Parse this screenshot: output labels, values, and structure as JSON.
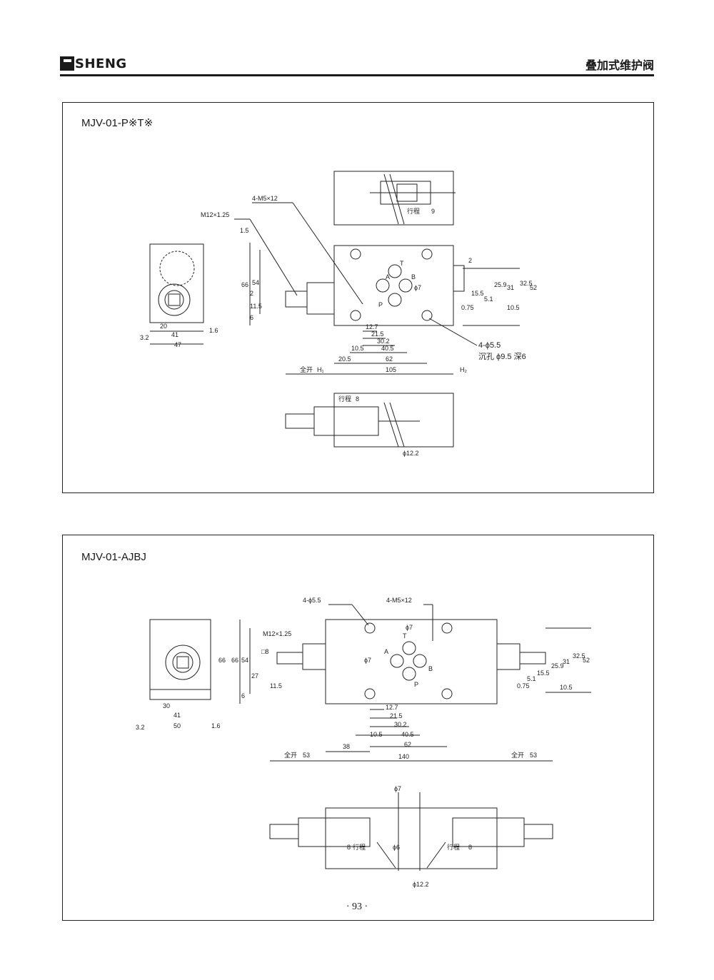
{
  "header": {
    "logo_text": "SHENG",
    "section_title": "叠加式维护阀"
  },
  "panel1": {
    "model": "MJV-01-P※T※",
    "labels": {
      "thread": "M12×1.25",
      "screws": "4-M5×12",
      "holes_a": "4-ϕ5.5",
      "holes_b": "沉孔 ϕ9.5 深6",
      "stroke": "行程",
      "stroke_top": "9",
      "stroke_bottom": "8",
      "pipe": "ϕ12.2",
      "full_open": "全开",
      "h1": "H₁",
      "h2": "H₂",
      "port_p": "P",
      "port_t": "T",
      "port_a": "A",
      "port_b": "B",
      "phi7": "ϕ7"
    },
    "dims_bottom": [
      "12.7",
      "21.5",
      "30.2",
      "10.5",
      "40.5",
      "62",
      "20.5",
      "105"
    ],
    "dims_left": [
      "1.5",
      "54",
      "66",
      "11.5",
      "2",
      "6"
    ],
    "dims_right": [
      "2",
      "15.5",
      "5.1",
      "0.75",
      "10.5",
      "25.9",
      "31",
      "32.5",
      "52"
    ],
    "dims_side": [
      "20",
      "41",
      "47",
      "3.2",
      "1.6"
    ]
  },
  "panel2": {
    "model": "MJV-01-AJBJ",
    "labels": {
      "holes": "4-ϕ5.5",
      "screws": "4-M5×12",
      "thread": "M12×1.25",
      "square": "□8",
      "stroke": "行程",
      "stroke_val": "8",
      "pipe": "ϕ12.2",
      "phi7": "ϕ7",
      "phi6": "ϕ6",
      "full_open": "全开",
      "port_p": "P",
      "port_t": "T",
      "port_a": "A",
      "port_b": "B"
    },
    "dims_bottom": [
      "12.7",
      "21.5",
      "30.2",
      "10.5",
      "40.5",
      "62",
      "38",
      "140",
      "53",
      "53"
    ],
    "dims_left": [
      "54",
      "66",
      "27",
      "11.5",
      "6"
    ],
    "dims_right": [
      "0.75",
      "5.1",
      "15.5",
      "25.9",
      "31",
      "32.5",
      "52",
      "10.5"
    ],
    "dims_side": [
      "66",
      "30",
      "41",
      "50",
      "3.2",
      "1.6"
    ]
  },
  "page_number": "· 93 ·"
}
